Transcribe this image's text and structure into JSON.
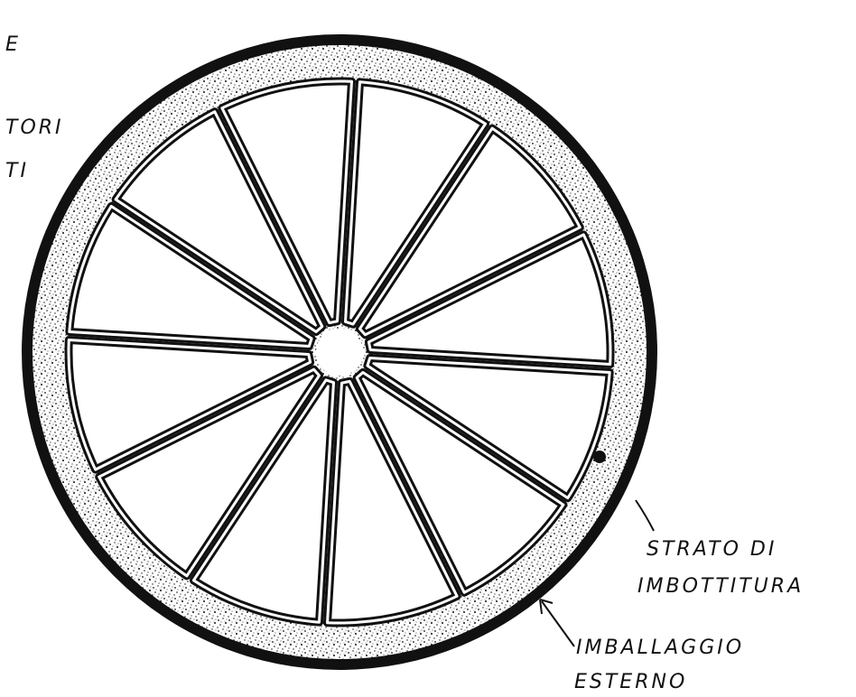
{
  "labels": {
    "top_left_fragments": [
      "E",
      "TORI",
      "TI"
    ],
    "padding_layer": [
      "STRATO DI",
      "IMBOTTITURA"
    ],
    "outer_packaging": [
      "IMBALLAGGIO",
      "ESTERNO"
    ]
  },
  "colors": {
    "ink": "#111111",
    "paper": "#ffffff"
  },
  "container_count": 12
}
